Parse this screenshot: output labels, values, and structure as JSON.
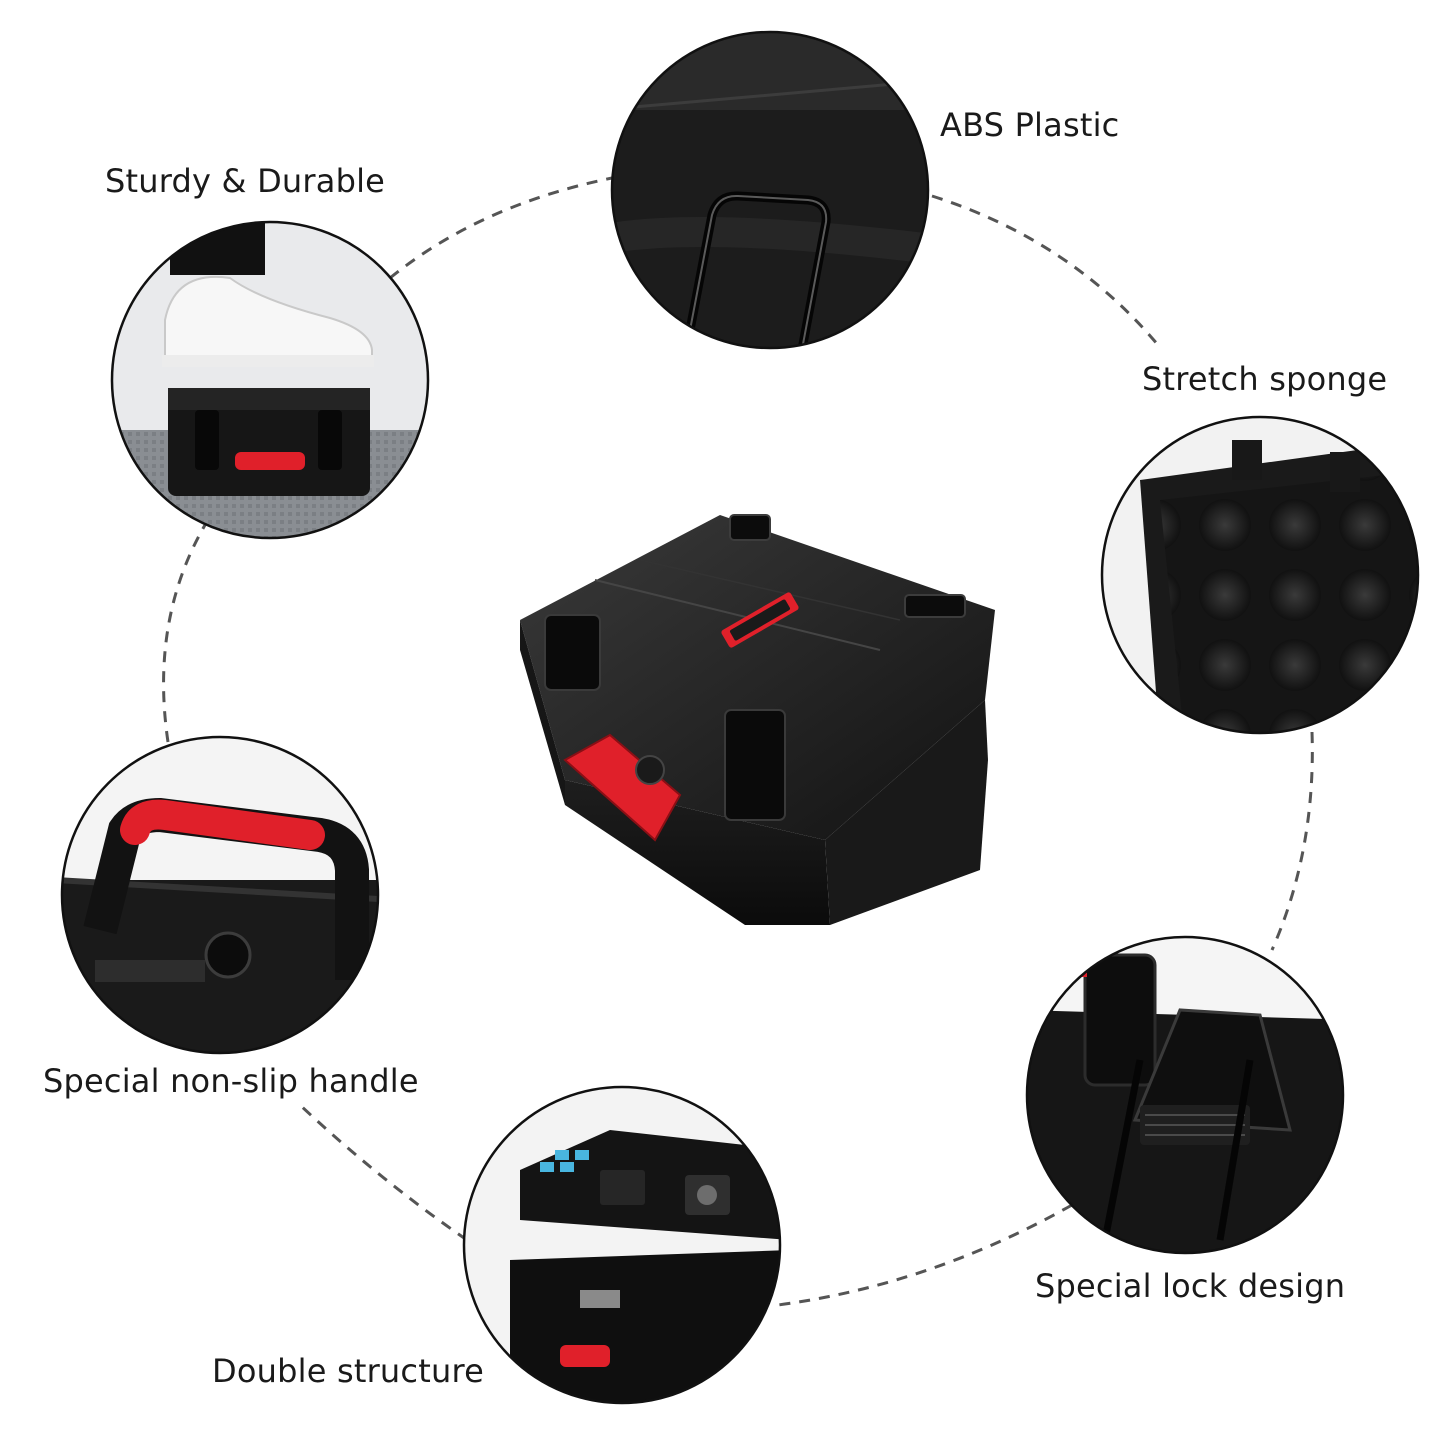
{
  "features": {
    "sturdy": {
      "label": "Sturdy & Durable"
    },
    "abs": {
      "label": "ABS Plastic"
    },
    "sponge": {
      "label": "Stretch sponge"
    },
    "handle": {
      "label": "Special non-slip handle"
    },
    "lock": {
      "label": "Special lock design"
    },
    "structure": {
      "label": "Double structure"
    }
  },
  "colors": {
    "case": "#141414",
    "case_highlight": "#2b2b2b",
    "accent_red": "#e0202a",
    "circle_border": "#111111",
    "dashed_line": "#555555",
    "label_text": "#1a1a1a"
  }
}
